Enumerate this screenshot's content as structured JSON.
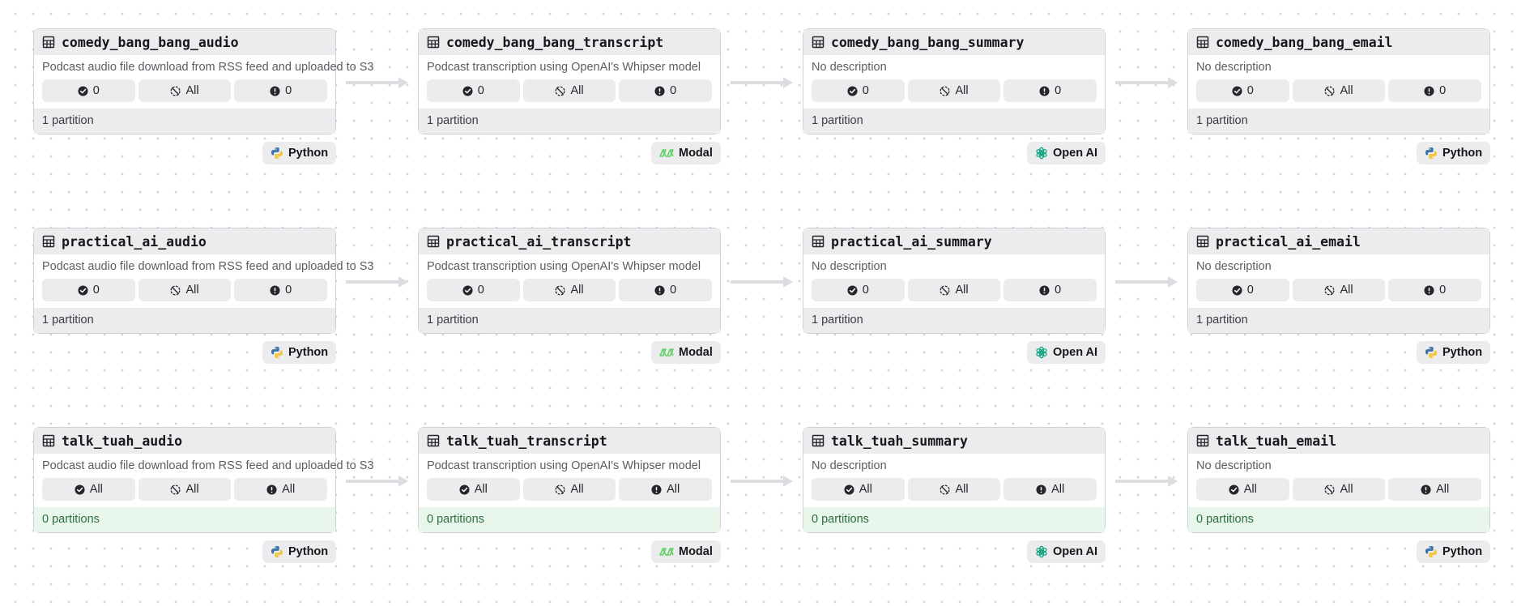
{
  "nodes": [
    {
      "title": "comedy_bang_bang_audio",
      "description": "Podcast audio file download from RSS feed and uploaded to S3",
      "materialized": "0",
      "missing": "All",
      "failed": "0",
      "partitions": "1 partition",
      "partitions_empty": false,
      "kind": "Python"
    },
    {
      "title": "comedy_bang_bang_transcript",
      "description": "Podcast transcription using OpenAI's Whipser model",
      "materialized": "0",
      "missing": "All",
      "failed": "0",
      "partitions": "1 partition",
      "partitions_empty": false,
      "kind": "Modal"
    },
    {
      "title": "comedy_bang_bang_summary",
      "description": "No description",
      "materialized": "0",
      "missing": "All",
      "failed": "0",
      "partitions": "1 partition",
      "partitions_empty": false,
      "kind": "Open AI"
    },
    {
      "title": "comedy_bang_bang_email",
      "description": "No description",
      "materialized": "0",
      "missing": "All",
      "failed": "0",
      "partitions": "1 partition",
      "partitions_empty": false,
      "kind": "Python"
    },
    {
      "title": "practical_ai_audio",
      "description": "Podcast audio file download from RSS feed and uploaded to S3",
      "materialized": "0",
      "missing": "All",
      "failed": "0",
      "partitions": "1 partition",
      "partitions_empty": false,
      "kind": "Python"
    },
    {
      "title": "practical_ai_transcript",
      "description": "Podcast transcription using OpenAI's Whipser model",
      "materialized": "0",
      "missing": "All",
      "failed": "0",
      "partitions": "1 partition",
      "partitions_empty": false,
      "kind": "Modal"
    },
    {
      "title": "practical_ai_summary",
      "description": "No description",
      "materialized": "0",
      "missing": "All",
      "failed": "0",
      "partitions": "1 partition",
      "partitions_empty": false,
      "kind": "Open AI"
    },
    {
      "title": "practical_ai_email",
      "description": "No description",
      "materialized": "0",
      "missing": "All",
      "failed": "0",
      "partitions": "1 partition",
      "partitions_empty": false,
      "kind": "Python"
    },
    {
      "title": "talk_tuah_audio",
      "description": "Podcast audio file download from RSS feed and uploaded to S3",
      "materialized": "All",
      "missing": "All",
      "failed": "All",
      "partitions": "0 partitions",
      "partitions_empty": true,
      "kind": "Python"
    },
    {
      "title": "talk_tuah_transcript",
      "description": "Podcast transcription using OpenAI's Whipser model",
      "materialized": "All",
      "missing": "All",
      "failed": "All",
      "partitions": "0 partitions",
      "partitions_empty": true,
      "kind": "Modal"
    },
    {
      "title": "talk_tuah_summary",
      "description": "No description",
      "materialized": "All",
      "missing": "All",
      "failed": "All",
      "partitions": "0 partitions",
      "partitions_empty": true,
      "kind": "Open AI"
    },
    {
      "title": "talk_tuah_email",
      "description": "No description",
      "materialized": "All",
      "missing": "All",
      "failed": "All",
      "partitions": "0 partitions",
      "partitions_empty": true,
      "kind": "Python"
    }
  ],
  "icons": {
    "node": "table-icon",
    "materialized": "check-circle-icon",
    "missing": "slash-circle-icon",
    "failed": "alert-circle-icon",
    "Python": "python-icon",
    "Modal": "modal-icon",
    "Open AI": "openai-icon"
  },
  "colors": {
    "python_blue": "#3d74a8",
    "python_yellow": "#f4c43c",
    "modal_green": "#62d267",
    "openai_green": "#10a37f",
    "empty_partition_bg": "#e9f6ec",
    "empty_partition_text": "#2c6d40"
  }
}
